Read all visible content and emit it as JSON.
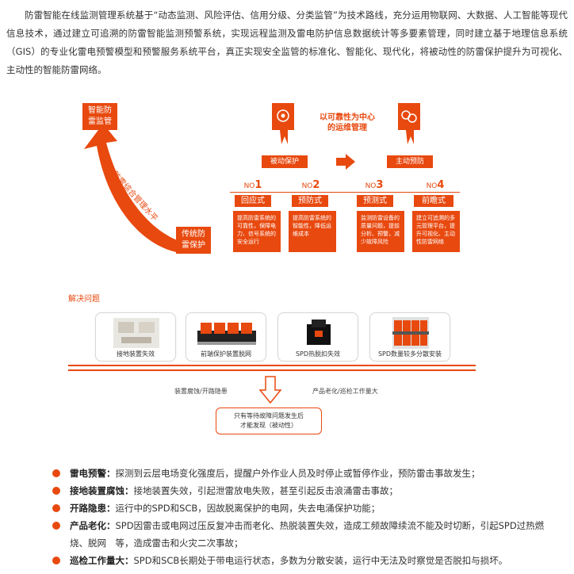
{
  "intro": "防雷智能在线监测管理系统基于“动态监测、风险评估、信用分级、分类监管”为技术路线，充分运用物联网、大数据、人工智能等现代信息技术，通过建立可追溯的防雷智能监测预警系统，实现远程监测及雷电防护信息数据统计等多要素管理，同时建立基于地理信息系统（GIS）的专业化雷电预警模型和预警服务系统平台，真正实现安全监管的标准化、智能化、现代化，将被动性的防雷保护提升为可视化、主动性的智能防雷网络。",
  "diagram": {
    "top_box": [
      "智能防",
      "雷监管"
    ],
    "bottom_box": [
      "传统防",
      "雷保护"
    ],
    "arrow_label": "防雷综合管理水平",
    "center_title": [
      "以可靠性为中心",
      "的运维管理"
    ],
    "passive_label": "被动保护",
    "active_label": "主动预防",
    "stages": [
      {
        "no": "NO",
        "num": "1",
        "name": "回应式",
        "desc": [
          "提高防雷系统的",
          "可靠性，保障电",
          "力、信号系统的",
          "安全运行"
        ]
      },
      {
        "no": "NO",
        "num": "2",
        "name": "预防式",
        "desc": [
          "提高防雷系统的",
          "智能性，降低运",
          "维成本"
        ]
      },
      {
        "no": "NO",
        "num": "3",
        "name": "预测式",
        "desc": [
          "监测防雷设备的",
          "质量问题，提前",
          "分析、预警，减",
          "少故障风险"
        ]
      },
      {
        "no": "NO",
        "num": "4",
        "name": "前瞻式",
        "desc": [
          "建立可追溯的多",
          "元管理平台，提",
          "升可视化、主动",
          "性防雷网络"
        ]
      }
    ]
  },
  "problems": {
    "title": "解决问题",
    "cards": [
      {
        "caption": "接地装置失效"
      },
      {
        "caption": "前端保护装置脱网"
      },
      {
        "caption": "SPD热脱扣失效"
      },
      {
        "caption": "SPD数量较多分散安装"
      }
    ],
    "left_note": "装置腐蚀/开路隐患",
    "right_note": "产品老化/巡检工作量大",
    "result": [
      "只有等待故障问题发生后",
      "才能发现（被动性）"
    ]
  },
  "bullets": [
    {
      "title": "雷电预警：",
      "text": "探测到云层电场变化强度后，提醒户外作业人员及时停止或暂停作业，预防雷击事故发生；"
    },
    {
      "title": "接地装置腐蚀：",
      "text": "接地装置失效，引起泄雷放电失败，甚至引起反击浪涌雷击事故；"
    },
    {
      "title": "开路隐患：",
      "text": "运行中的SPD和SCB，因故脱离保护的电网，失去电涌保护功能；"
    },
    {
      "title": "产品老化：",
      "text": "SPD因雷击或电网过压反复冲击而老化、热脱装置失效，造成工频故障续流不能及时切断，引起SPD过热燃烧、脱网　等，造成雷击和火灾二次事故；"
    },
    {
      "title": "巡检工作量大：",
      "text": "SPD和SCB长期处于带电运行状态，多数为分散安装，运行中无法及时察觉是否脱扣与损坏。"
    }
  ],
  "colors": {
    "accent": "#e8490f"
  }
}
